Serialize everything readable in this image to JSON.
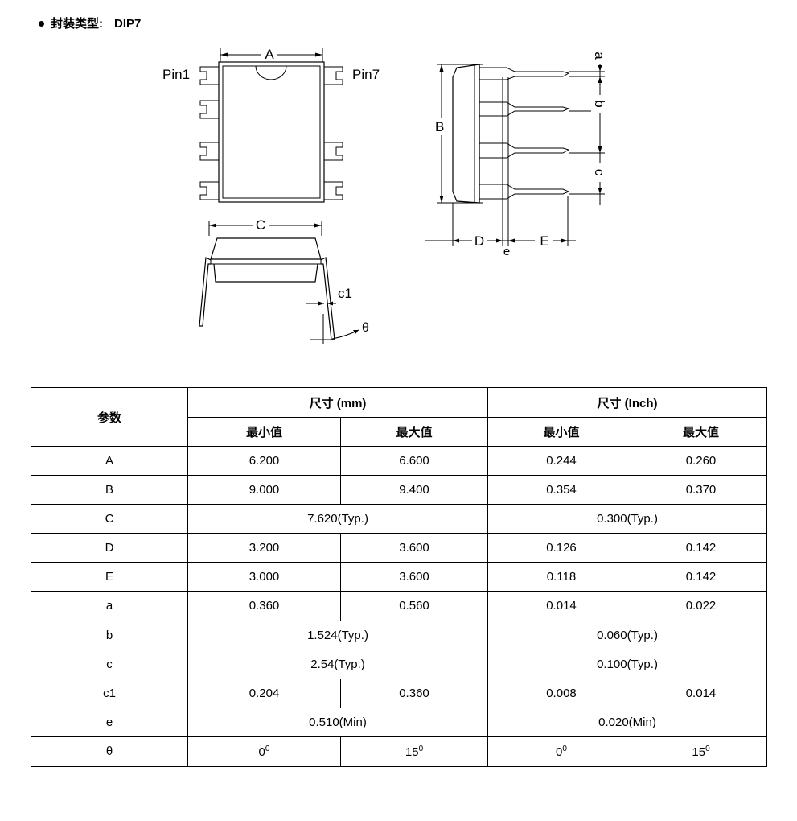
{
  "heading": {
    "label": "封装类型:",
    "package": "DIP7"
  },
  "drawing": {
    "labels": {
      "pin1": "Pin1",
      "pin7": "Pin7",
      "A": "A",
      "B": "B",
      "C": "C",
      "D": "D",
      "E": "E",
      "a": "a",
      "b": "b",
      "c": "c",
      "c1": "c1",
      "e": "e",
      "theta": "θ"
    }
  },
  "table": {
    "header": {
      "param": "参数",
      "mm": "尺寸 (mm)",
      "inch": "尺寸 (Inch)",
      "min": "最小值",
      "max": "最大值"
    },
    "rows": [
      {
        "param": "A",
        "mm_min": "6.200",
        "mm_max": "6.600",
        "in_min": "0.244",
        "in_max": "0.260"
      },
      {
        "param": "B",
        "mm_min": "9.000",
        "mm_max": "9.400",
        "in_min": "0.354",
        "in_max": "0.370"
      },
      {
        "param": "C",
        "mm": "7.620(Typ.)",
        "in": "0.300(Typ.)"
      },
      {
        "param": "D",
        "mm_min": "3.200",
        "mm_max": "3.600",
        "in_min": "0.126",
        "in_max": "0.142"
      },
      {
        "param": "E",
        "mm_min": "3.000",
        "mm_max": "3.600",
        "in_min": "0.118",
        "in_max": "0.142"
      },
      {
        "param": "a",
        "mm_min": "0.360",
        "mm_max": "0.560",
        "in_min": "0.014",
        "in_max": "0.022"
      },
      {
        "param": "b",
        "mm": "1.524(Typ.)",
        "in": "0.060(Typ.)"
      },
      {
        "param": "c",
        "mm": "2.54(Typ.)",
        "in": "0.100(Typ.)"
      },
      {
        "param": "c1",
        "mm_min": "0.204",
        "mm_max": "0.360",
        "in_min": "0.008",
        "in_max": "0.014"
      },
      {
        "param": "e",
        "mm": "0.510(Min)",
        "in": "0.020(Min)"
      },
      {
        "param": "θ",
        "mm_min": "0",
        "mm_max": "15",
        "in_min": "0",
        "in_max": "15",
        "unit_sup": "0"
      }
    ]
  }
}
